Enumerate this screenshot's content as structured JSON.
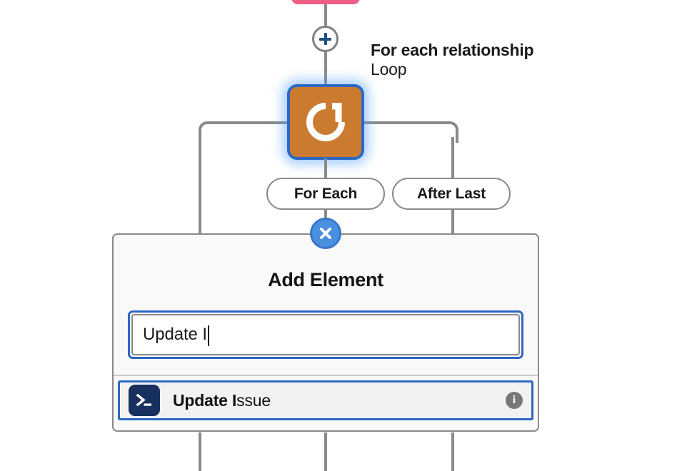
{
  "flow": {
    "upstream_node": {
      "name": "upstream-node",
      "color": "#ef5f84"
    },
    "add_step_button": {
      "icon": "plus-icon",
      "label": "+"
    },
    "loop_node": {
      "icon": "loop-refresh-icon",
      "title": "For each relationship",
      "subtitle": "Loop",
      "fill_color": "#cb7b2f",
      "selection_color": "#2d68c4"
    },
    "branches": [
      {
        "label": "For Each",
        "name": "branch-for-each"
      },
      {
        "label": "After Last",
        "name": "branch-after-last"
      }
    ]
  },
  "panel": {
    "title": "Add Element",
    "close_button_icon": "close-x-icon",
    "search": {
      "value": "Update I",
      "placeholder": "",
      "focused": true
    },
    "results": [
      {
        "icon": "terminal-icon",
        "match_text": "Update I",
        "rest_text": "ssue",
        "full_label": "Update Issue",
        "info_icon": "info-icon",
        "info_glyph": "i",
        "selected": true
      }
    ]
  },
  "colors": {
    "accent_blue": "#2d68c4",
    "line_gray": "#8a8a8a",
    "panel_bg": "#f9f9f8",
    "row_bg": "#f2f2f2",
    "terminal_navy": "#17305e",
    "pink": "#ef5f84",
    "orange": "#cb7b2f"
  }
}
